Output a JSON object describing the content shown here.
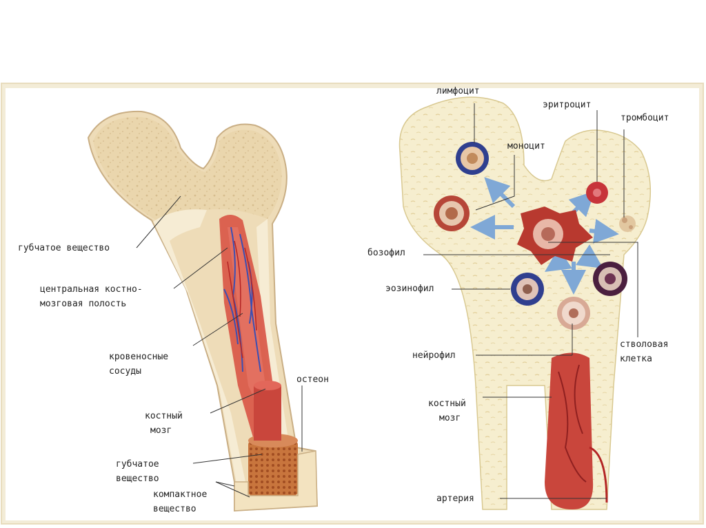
{
  "colors": {
    "frame": "#f3ecd7",
    "bone": "#eedcb8",
    "bone_edge": "#c9ae84",
    "spongy": "#ead6ad",
    "compact": "#f6ecd4",
    "marrow": "#c9463c",
    "vessel_blue": "#3b4fb3",
    "arrow": "#7fa8d6"
  },
  "left": {
    "spongy_top": {
      "line1": "губчатое вещество"
    },
    "cavity": {
      "line1": "центральная костно-",
      "line2": "мозговая полость"
    },
    "vessels": {
      "line1": "кровеносные",
      "line2": "сосуды"
    },
    "marrow": {
      "line1": "костный",
      "line2": "мозг"
    },
    "osteon": {
      "line1": "остеон"
    },
    "spongy_bottom": {
      "line1": "губчатое",
      "line2": "вещество"
    },
    "compact": {
      "line1": "компактное",
      "line2": "вещество"
    }
  },
  "right": {
    "lymphocyte": {
      "line1": "лимфоцит"
    },
    "erythrocyte": {
      "line1": "эритроцит"
    },
    "thrombocyte": {
      "line1": "тромбоцит"
    },
    "monocyte": {
      "line1": "моноцит"
    },
    "basophil": {
      "line1": "бозофил"
    },
    "eosinophil": {
      "line1": "эозинофил"
    },
    "neutrophil": {
      "line1": "нейрофил"
    },
    "stem_cell": {
      "line1": "стволовая",
      "line2": "клетка"
    },
    "marrow": {
      "line1": "костный",
      "line2": "мозг"
    },
    "artery": {
      "line1": "артерия"
    }
  }
}
